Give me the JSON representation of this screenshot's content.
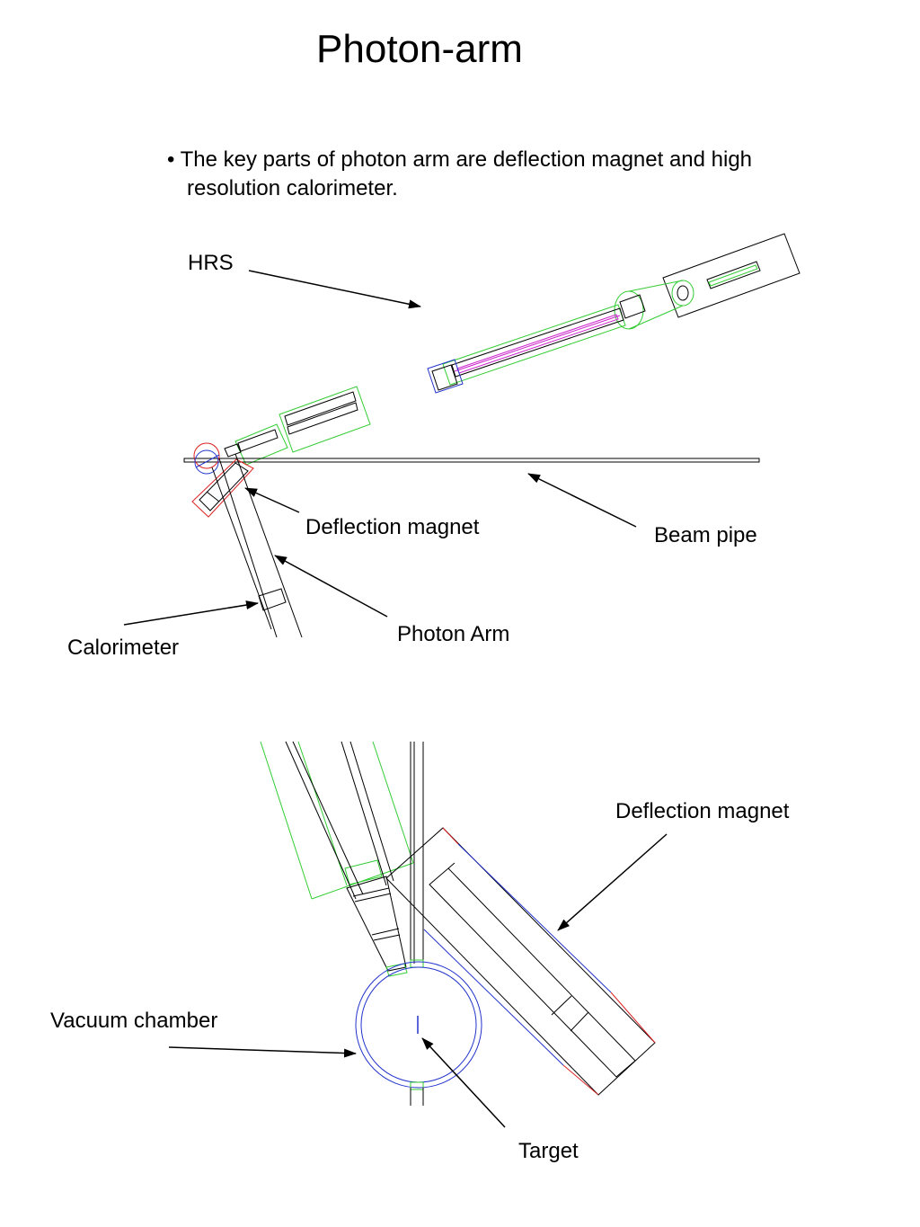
{
  "slide": {
    "title": "Photon-arm",
    "bullet_prefix": "•",
    "bullet_line1": "The key parts of photon arm are deflection magnet and high",
    "bullet_line2": "resolution calorimeter."
  },
  "labels": {
    "hrs": "HRS",
    "deflection_magnet_top": "Deflection magnet",
    "beam_pipe": "Beam pipe",
    "photon_arm": "Photon Arm",
    "calorimeter": "Calorimeter",
    "deflection_magnet_bottom": "Deflection magnet",
    "vacuum_chamber": "Vacuum chamber",
    "target": "Target"
  },
  "colors": {
    "outline": "#000000",
    "green_part": "#33cc33",
    "blue_part": "#2233cc",
    "red_part": "#dd2222",
    "magenta_part": "#cc22cc"
  }
}
